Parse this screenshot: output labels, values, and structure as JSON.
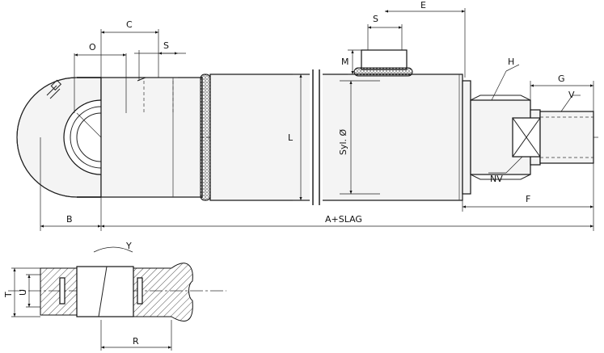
{
  "labels": {
    "E": "E",
    "S_top": "S",
    "C": "C",
    "O": "O",
    "S_eye": "S",
    "M": "M",
    "H": "H",
    "G": "G",
    "V": "V",
    "L": "L",
    "Sylinder": "Syl. Ø",
    "NV": "NV",
    "F": "F",
    "B": "B",
    "A_slag": "A+SLAG",
    "Y": "Y",
    "T": "T",
    "U": "U",
    "R": "R"
  }
}
